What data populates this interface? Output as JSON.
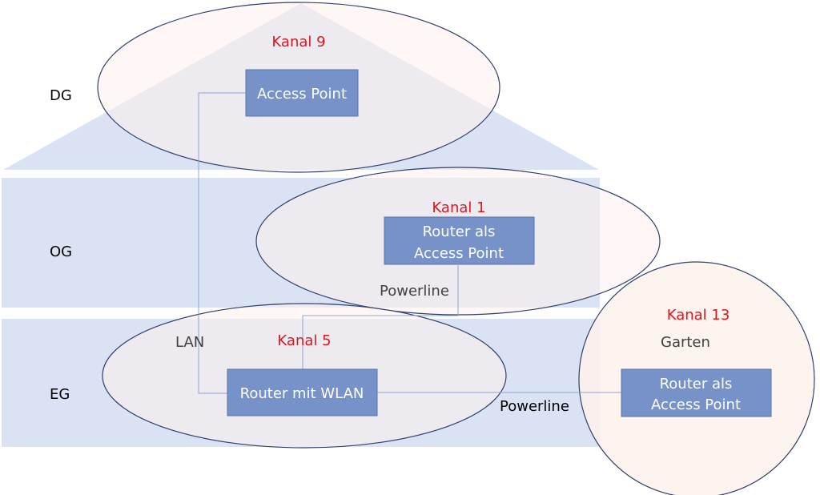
{
  "floors": [
    {
      "id": "dg",
      "label": "DG"
    },
    {
      "id": "og",
      "label": "OG"
    },
    {
      "id": "eg",
      "label": "EG"
    }
  ],
  "devices": [
    {
      "id": "ap-dg",
      "lines": [
        "Access Point"
      ],
      "channel": "Kanal 9"
    },
    {
      "id": "ap-og",
      "lines": [
        "Router als",
        "Access Point"
      ],
      "channel": "Kanal 1"
    },
    {
      "id": "router-eg",
      "lines": [
        "Router mit WLAN"
      ],
      "channel": "Kanal 5"
    },
    {
      "id": "ap-garden",
      "lines": [
        "Router als",
        "Access Point"
      ],
      "channel": "Kanal 13"
    }
  ],
  "connections": {
    "lan": "LAN",
    "powerline_og": "Powerline",
    "powerline_garden": "Powerline"
  },
  "area_labels": {
    "garden": "Garten"
  },
  "colors": {
    "house_fill": "#dae3f3",
    "coverage_fill": "#fdf1ec",
    "coverage_stroke": "#2f3f6f",
    "device_fill": "#7692c9",
    "device_stroke": "#5a74a8",
    "device_text": "#ffffff",
    "channel_text": "#e0161e",
    "label_text": "#404040",
    "cable": "#8ea4cf"
  }
}
